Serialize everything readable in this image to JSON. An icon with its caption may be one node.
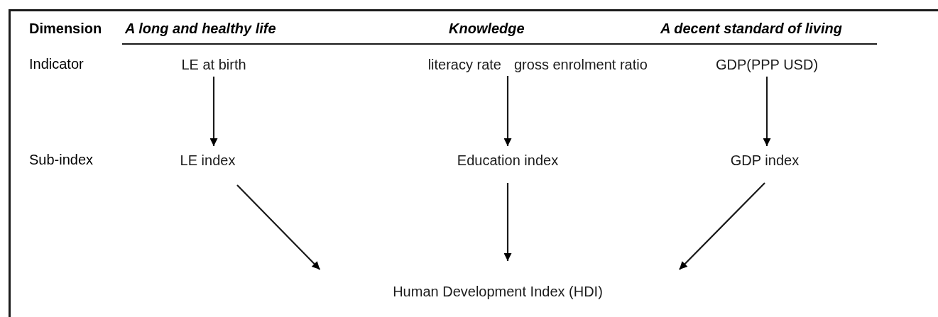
{
  "diagram": {
    "nodes": [
      {
        "text": [
          "LE at birth"
        ]
      },
      {
        "text": [
          "literacy rate"
        ]
      },
      {
        "text": [
          "gross enrolment ratio"
        ]
      },
      {
        "text": [
          "GDP(PPP USD)"
        ]
      },
      {
        "text": [
          "LE index"
        ]
      },
      {
        "text": [
          "Education index"
        ]
      },
      {
        "text": [
          "GDP index"
        ]
      },
      {
        "text": [
          "Human Development Index (HDI)"
        ]
      }
    ],
    "edges": [
      {
        "from": 0,
        "to": 4,
        "arrow": "to"
      },
      {
        "from": 1,
        "to": 5,
        "arrow": "to"
      },
      {
        "from": 2,
        "to": 5,
        "arrow": "to"
      },
      {
        "from": 3,
        "to": 6,
        "arrow": "to"
      },
      {
        "from": 4,
        "to": 7,
        "arrow": "to"
      },
      {
        "from": 5,
        "to": 7,
        "arrow": "to"
      },
      {
        "from": 6,
        "to": 7,
        "arrow": "to"
      }
    ],
    "labels": [
      "Dimension",
      "A long and healthy life",
      "Knowledge",
      "A decent standard of living",
      "Indicator",
      "Sub-index"
    ]
  }
}
